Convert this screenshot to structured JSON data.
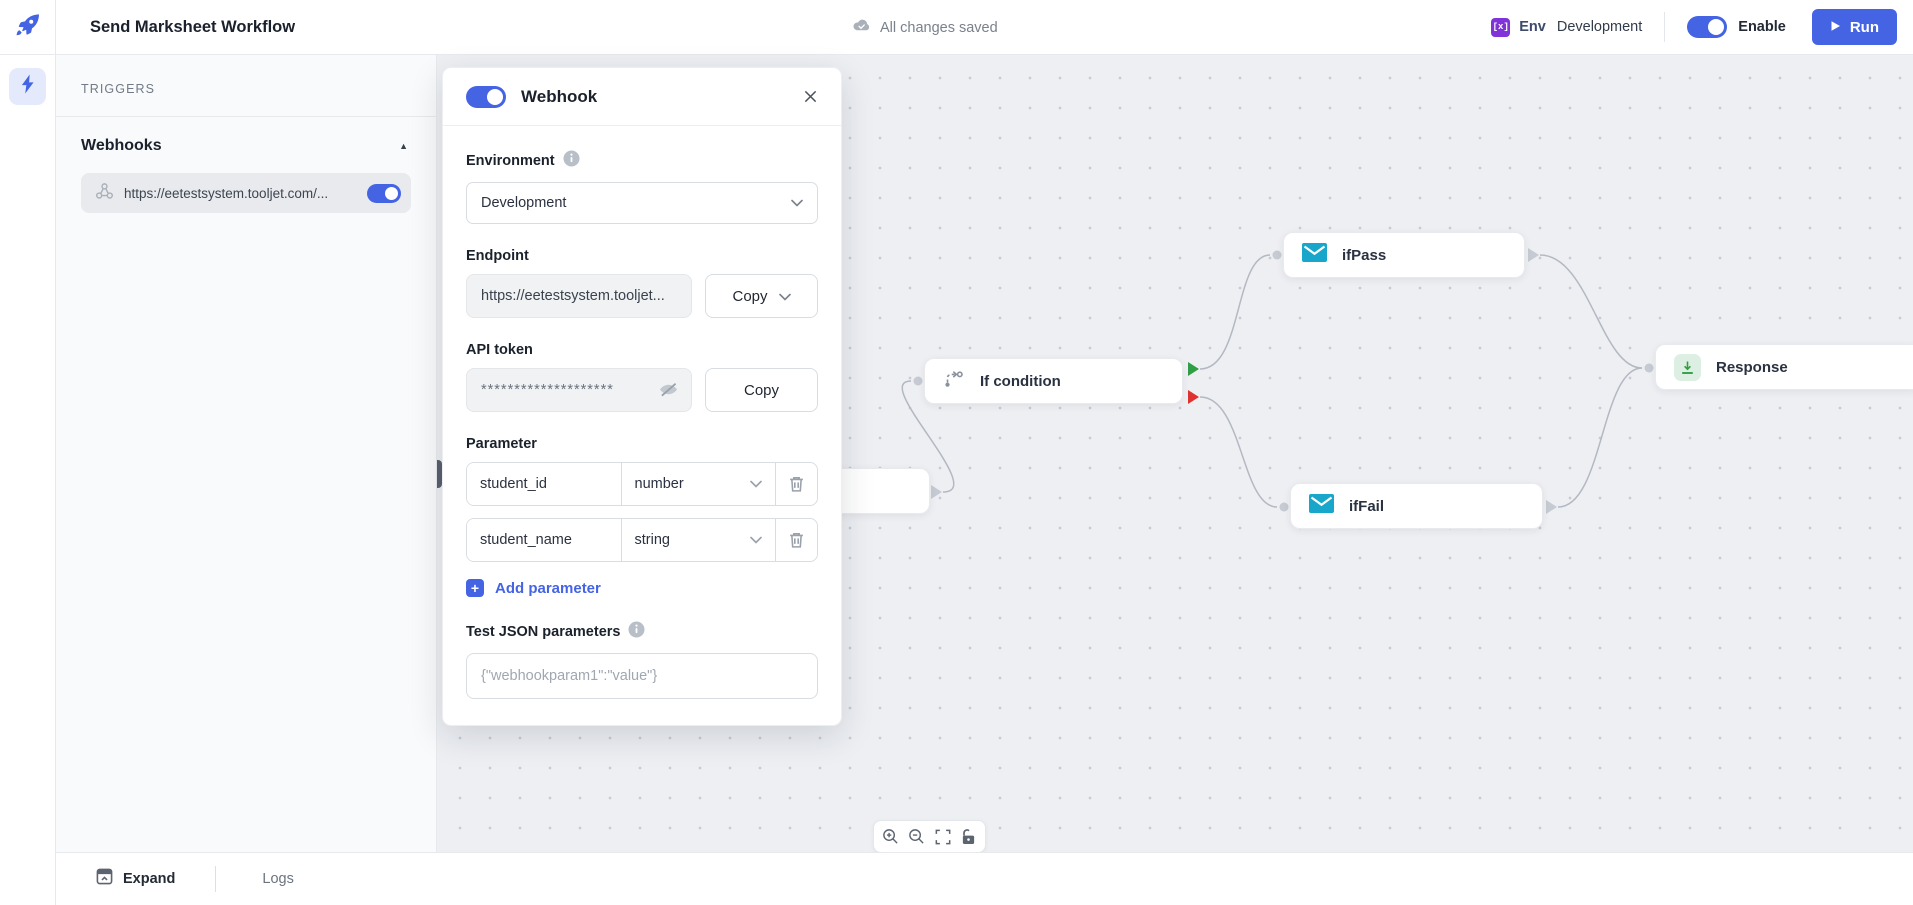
{
  "topbar": {
    "title": "Send Marksheet Workflow",
    "saved_status": "All changes saved",
    "env_badge_glyph": "[x]",
    "env_label": "Env",
    "env_value": "Development",
    "enable_label": "Enable",
    "run_label": "Run"
  },
  "sidebar": {
    "section_title": "TRIGGERS",
    "group_title": "Webhooks",
    "webhook_url": "https://eetestsystem.tooljet.com/...",
    "webhook_enabled": true
  },
  "modal": {
    "title": "Webhook",
    "enabled": true,
    "environment": {
      "label": "Environment",
      "value": "Development"
    },
    "endpoint": {
      "label": "Endpoint",
      "value": "https://eetestsystem.tooljet...",
      "copy_label": "Copy"
    },
    "api_token": {
      "label": "API token",
      "masked_value": "********************",
      "copy_label": "Copy"
    },
    "parameters": {
      "label": "Parameter",
      "rows": [
        {
          "name": "student_id",
          "type": "number"
        },
        {
          "name": "student_name",
          "type": "string"
        }
      ],
      "add_label": "Add parameter"
    },
    "test_json": {
      "label": "Test JSON parameters",
      "placeholder": "{\"webhookparam1\":\"value\"}"
    }
  },
  "canvas": {
    "nodes": [
      {
        "id": "if-condition",
        "label": "If condition"
      },
      {
        "id": "ifPass",
        "label": "ifPass"
      },
      {
        "id": "ifFail",
        "label": "ifFail"
      },
      {
        "id": "response",
        "label": "Response"
      }
    ],
    "edges": [
      {
        "from": "webhook",
        "to": "if-condition"
      },
      {
        "from": "if-condition:true",
        "to": "ifPass"
      },
      {
        "from": "if-condition:false",
        "to": "ifFail"
      },
      {
        "from": "ifPass",
        "to": "response"
      },
      {
        "from": "ifFail",
        "to": "response"
      }
    ]
  },
  "bottombar": {
    "expand_label": "Expand",
    "logs_label": "Logs"
  },
  "icons": {
    "logo": "rocket-icon",
    "saved": "cloud-check-icon",
    "triggers": "lightning-icon",
    "webhook_item": "webhook-icon",
    "canvas_toolbar": [
      "zoom-in-icon",
      "zoom-out-icon",
      "fit-view-icon",
      "lock-icon"
    ],
    "node_if": "branch-icon",
    "node_mail": "envelope-icon",
    "node_response": "output-icon"
  },
  "colors": {
    "accent_blue": "#4464e4",
    "env_badge_purple": "#8033d9",
    "envelope_cyan": "#18a7ca",
    "port_green": "#2f9e44",
    "port_red": "#e03131",
    "canvas_bg": "#edeff3"
  }
}
